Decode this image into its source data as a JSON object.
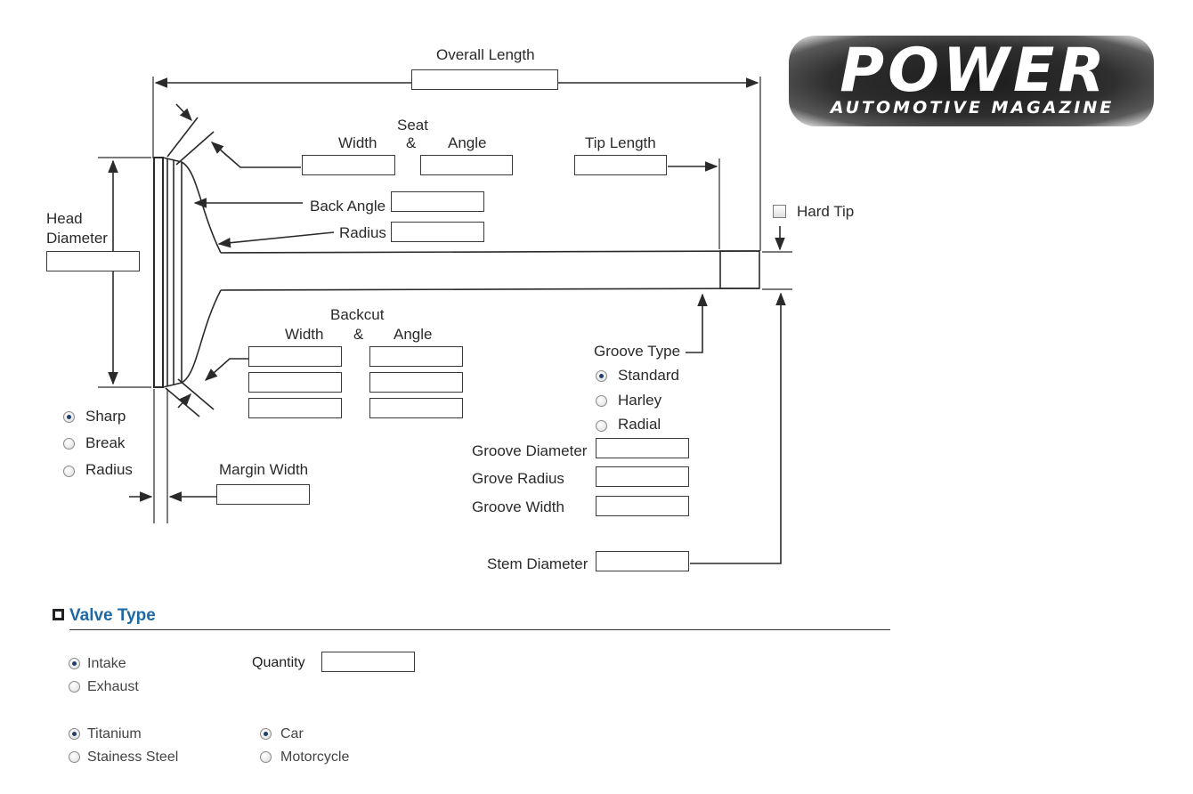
{
  "brand": {
    "logo_text": "POWER",
    "logo_subtitle": "AUTOMOTIVE MAGAZINE",
    "accent_color": "#1e6aa6"
  },
  "diagram": {
    "overall_length": "Overall Length",
    "seat": "Seat",
    "amp1": "&",
    "seat_width": "Width",
    "seat_angle": "Angle",
    "tip_length": "Tip Length",
    "back_angle": "Back Angle",
    "radius": "Radius",
    "head_diameter_1": "Head",
    "head_diameter_2": "Diameter",
    "hard_tip": "Hard Tip",
    "backcut": "Backcut",
    "amp2": "&",
    "backcut_width": "Width",
    "backcut_angle": "Angle",
    "groove_type": "Groove Type",
    "groove_diameter": "Groove Diameter",
    "grove_radius": "Grove Radius",
    "groove_width": "Groove Width",
    "stem_diameter": "Stem Diameter",
    "margin_width": "Margin Width"
  },
  "margin_options": [
    {
      "label": "Sharp",
      "selected": true
    },
    {
      "label": "Break",
      "selected": false
    },
    {
      "label": "Radius",
      "selected": false
    }
  ],
  "groove_options": [
    {
      "label": "Standard",
      "selected": true
    },
    {
      "label": "Harley",
      "selected": false
    },
    {
      "label": "Radial",
      "selected": false
    }
  ],
  "valve_type": {
    "title": "Valve Type",
    "quantity_label": "Quantity",
    "direction": [
      {
        "label": "Intake",
        "selected": true
      },
      {
        "label": "Exhaust",
        "selected": false
      }
    ],
    "material": [
      {
        "label": "Titanium",
        "selected": true
      },
      {
        "label": "Stainess Steel",
        "selected": false
      }
    ],
    "vehicle": [
      {
        "label": "Car",
        "selected": true
      },
      {
        "label": "Motorcycle",
        "selected": false
      }
    ]
  }
}
